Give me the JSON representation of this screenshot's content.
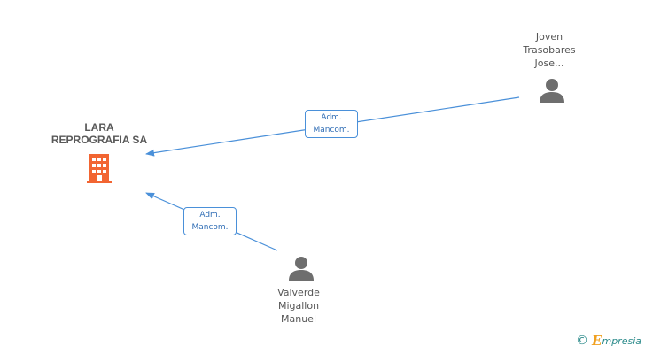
{
  "company": {
    "name_lines": [
      "LARA",
      "REPROGRAFIA SA"
    ],
    "icon": "building-icon",
    "color": "#f26532"
  },
  "persons": [
    {
      "id": "joven",
      "name_lines": [
        "Joven",
        "Trasobares",
        "Jose..."
      ],
      "icon": "person-icon"
    },
    {
      "id": "valverde",
      "name_lines": [
        "Valverde",
        "Migallon",
        "Manuel"
      ],
      "icon": "person-icon"
    }
  ],
  "relations": [
    {
      "from": "joven",
      "to": "company",
      "label_lines": [
        "Adm.",
        "Mancom."
      ]
    },
    {
      "from": "valverde",
      "to": "company",
      "label_lines": [
        "Adm.",
        "Mancom."
      ]
    }
  ],
  "footer": {
    "copyright_symbol": "©",
    "brand_initial": "E",
    "brand_rest": "mpresia"
  },
  "colors": {
    "edge": "#4a90d9",
    "person": "#6e6e6e",
    "text": "#555555"
  }
}
